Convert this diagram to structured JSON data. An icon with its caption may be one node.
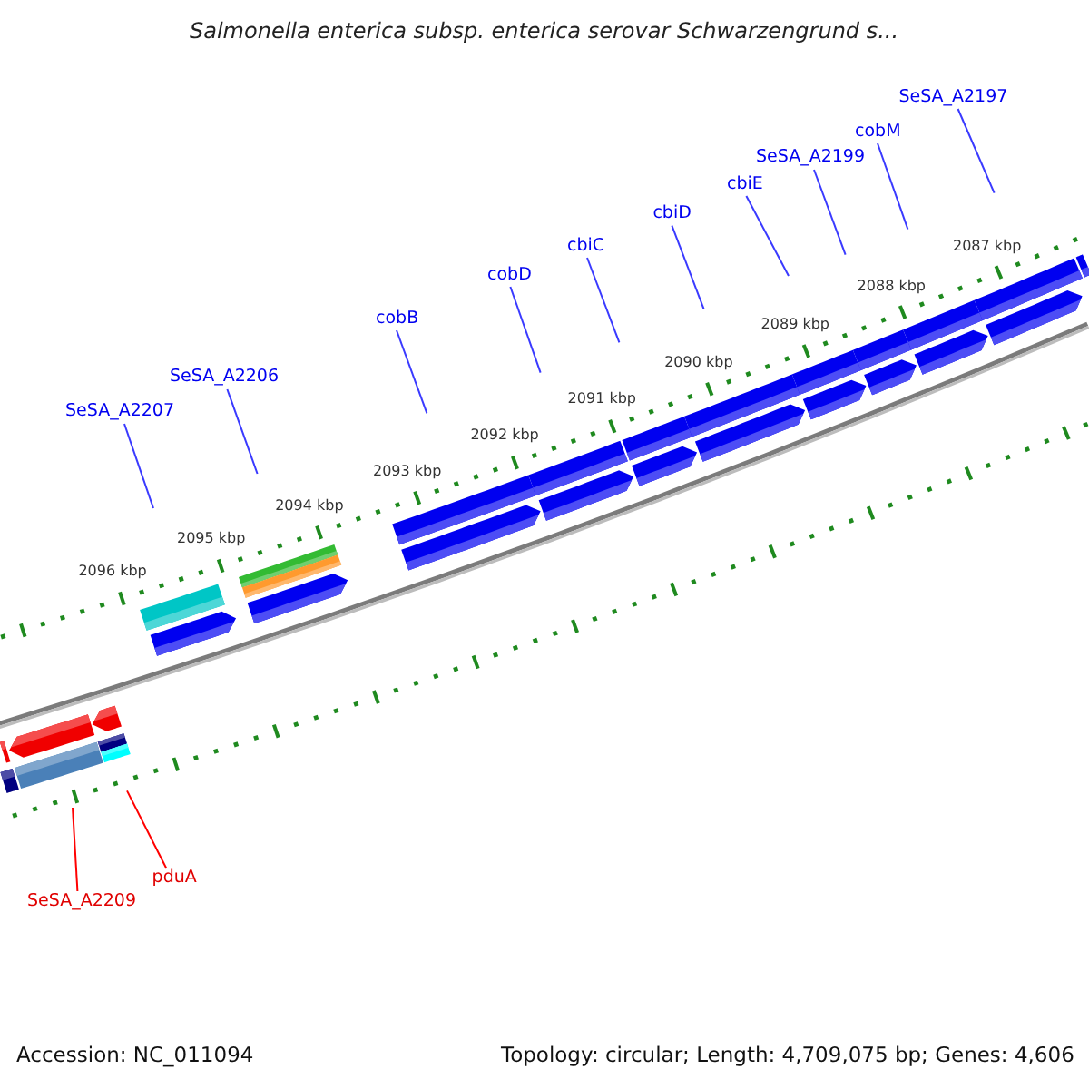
{
  "diagram": {
    "title": "Salmonella enterica subsp. enterica serovar Schwarzengrund s...",
    "nodes": [
      {
        "text": [
          "SeSA_A2209"
        ]
      },
      {
        "text": [
          "pduA"
        ]
      },
      {
        "text": [
          "SeSA_A2207"
        ]
      },
      {
        "text": [
          "SeSA_A2206"
        ]
      },
      {
        "text": [
          "cobB"
        ]
      },
      {
        "text": [
          "cobD"
        ]
      },
      {
        "text": [
          "cbiC"
        ]
      },
      {
        "text": [
          "cbiD"
        ]
      },
      {
        "text": [
          "cbiE"
        ]
      },
      {
        "text": [
          "SeSA_A2199"
        ]
      },
      {
        "text": [
          "cobM"
        ]
      },
      {
        "text": [
          "SeSA_A2197"
        ]
      }
    ],
    "edges": [
      {
        "from": 0,
        "to": null,
        "arrow": "none",
        "color": "#ff0000"
      },
      {
        "from": 1,
        "to": null,
        "arrow": "none",
        "color": "#ff0000"
      },
      {
        "from": 2,
        "to": null,
        "arrow": "none"
      },
      {
        "from": 3,
        "to": null,
        "arrow": "none"
      },
      {
        "from": 4,
        "to": null,
        "arrow": "none"
      },
      {
        "from": 5,
        "to": null,
        "arrow": "none"
      },
      {
        "from": 6,
        "to": null,
        "arrow": "none"
      },
      {
        "from": 7,
        "to": null,
        "arrow": "none"
      },
      {
        "from": 8,
        "to": null,
        "arrow": "none"
      },
      {
        "from": 9,
        "to": null,
        "arrow": "none"
      },
      {
        "from": 10,
        "to": null,
        "arrow": "none"
      },
      {
        "from": 11,
        "to": null,
        "arrow": "none"
      }
    ],
    "labels": [
      "2096 kbp",
      "2095 kbp",
      "2094 kbp",
      "2093 kbp",
      "2092 kbp",
      "2091 kbp",
      "2090 kbp",
      "2089 kbp",
      "2088 kbp",
      "2087 kbp",
      "Accession: NC_011094",
      "Topology: circular; Length: 4,709,075 bp; Genes: 4,606"
    ]
  }
}
